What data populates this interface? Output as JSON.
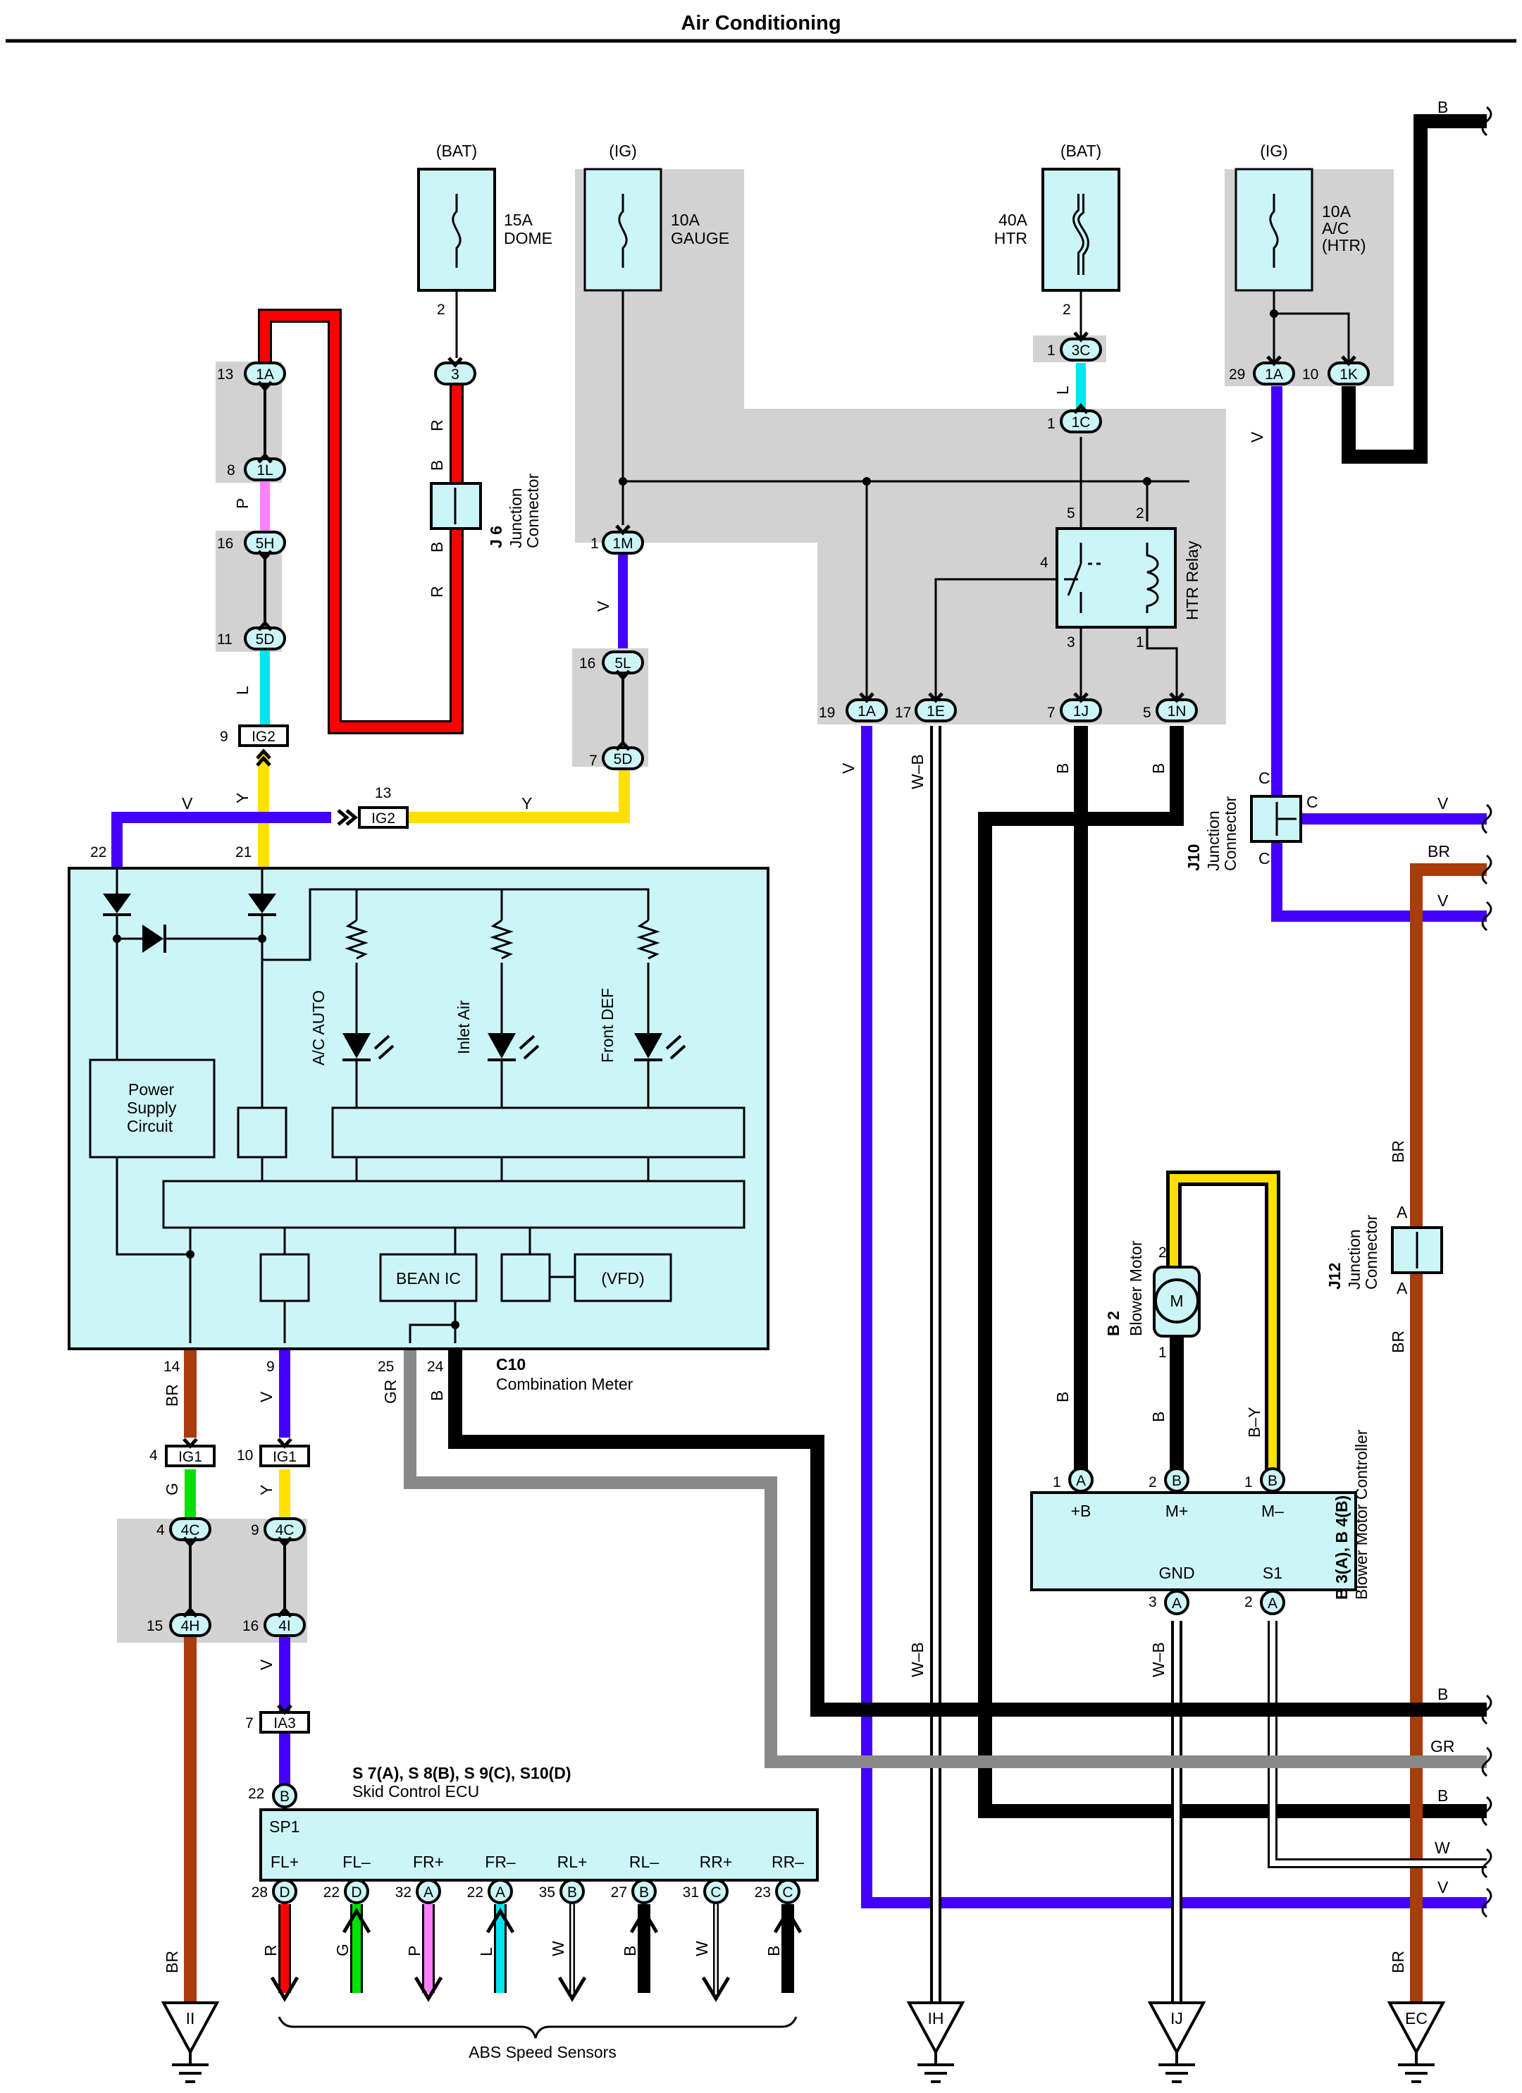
{
  "page": {
    "title": "Air Conditioning"
  },
  "fuses": [
    {
      "source": "(BAT)",
      "rating": "15A",
      "name": "DOME"
    },
    {
      "source": "(IG)",
      "rating": "10A",
      "name": "GAUGE"
    },
    {
      "source": "(BAT)",
      "rating": "40A",
      "name": "HTR"
    },
    {
      "source": "(IG)",
      "rating": "10A",
      "name_line1": "A/C",
      "name_line2": "(HTR)"
    }
  ],
  "connectors": {
    "c1A_left": "1A",
    "c1L": "1L",
    "c5H": "5H",
    "c5D_left": "5D",
    "cIG2_a": "IG2",
    "cIG2_b": "IG2",
    "c3": "3",
    "c1M": "1M",
    "c5L": "5L",
    "c5D_mid": "5D",
    "c3C": "3C",
    "c1C": "1C",
    "c1A_mid": "1A",
    "c1E": "1E",
    "c1J": "1J",
    "c1N": "1N",
    "c1A_right": "1A",
    "c1K": "1K",
    "cIG1_a": "IG1",
    "cIG1_b": "IG1",
    "c4C_a": "4C",
    "c4C_b": "4C",
    "c4H": "4H",
    "c4I": "4I",
    "cIA3": "IA3",
    "cB_ecu": "B",
    "cA_p1": "A",
    "cB_p2": "B",
    "cB_p3": "B",
    "cA_gnd": "A",
    "cA_s1": "A"
  },
  "pins": {
    "p13a": "13",
    "p8": "8",
    "p16a": "16",
    "p11": "11",
    "p9a": "9",
    "p2_dome": "2",
    "p1_1m": "1",
    "p16b": "16",
    "p7a": "7",
    "p13b": "13",
    "p2_htr": "2",
    "p1_3c": "1",
    "p1_1c": "1",
    "p19": "19",
    "p17": "17",
    "p7b": "7",
    "p5b": "5",
    "p29": "29",
    "p10a": "10",
    "relay5": "5",
    "relay2": "2",
    "relay4": "4",
    "relay3": "3",
    "relay1": "1",
    "p22": "22",
    "p21": "21",
    "p14": "14",
    "p9b": "9",
    "p25": "25",
    "p24": "24",
    "p4a": "4",
    "p10b": "10",
    "p4b": "4",
    "p9c": "9",
    "p15": "15",
    "p16c": "16",
    "p7c": "7",
    "p22b": "22",
    "m2": "2",
    "m1": "1",
    "bm1": "1",
    "bm2": "2",
    "bm1b": "1",
    "bm3": "3",
    "bm2b": "2"
  },
  "wire_colors": {
    "R1": "R",
    "B1": "B",
    "B2": "B",
    "R2": "R",
    "P": "P",
    "L1": "L",
    "V1": "V",
    "L2": "L",
    "V_top": "V",
    "Y_top": "Y",
    "Y_mid": "Y",
    "V_right": "V",
    "V_19": "V",
    "WB_17": "W–B",
    "B_1J": "B",
    "B_1N": "B",
    "B_topright": "B",
    "C_top": "C",
    "C_right": "C",
    "C_bot": "C",
    "V_j10": "V",
    "BR_j10": "BR",
    "V_j10b": "V",
    "BR_j12a": "BR",
    "A_j12a": "A",
    "A_j12b": "A",
    "BR_j12b": "BR",
    "BR_14": "BR",
    "V_9": "V",
    "GR_25": "GR",
    "B_24": "B",
    "G_4c": "G",
    "Y_4c": "Y",
    "V_4i": "V",
    "B_motor_in": "B",
    "B_motor": "B",
    "BY": "B–Y",
    "WB_lower": "W–B",
    "WB_gnd": "W–B",
    "B_bus1": "B",
    "GR_bus": "GR",
    "B_bus2": "B",
    "W_bus": "W",
    "V_bus": "V",
    "BR_ii": "BR",
    "BR_ec": "BR",
    "s_R": "R",
    "s_G": "G",
    "s_P": "P",
    "s_L": "L",
    "s_W1": "W",
    "s_B1": "B",
    "s_W2": "W",
    "s_B2": "B"
  },
  "components": {
    "j6_id": "J 6",
    "j6_l1": "Junction",
    "j6_l2": "Connector",
    "relay": "HTR Relay",
    "j10_id": "J10",
    "j10_l1": "Junction",
    "j10_l2": "Connector",
    "j12_id": "J12",
    "j12_l1": "Junction",
    "j12_l2": "Connector",
    "meter_id": "C10",
    "meter_name": "Combination Meter",
    "power1": "Power",
    "power2": "Supply",
    "power3": "Circuit",
    "bean": "BEAN IC",
    "vfd": "(VFD)",
    "led1": "A/C AUTO",
    "led2": "Inlet Air",
    "led3": "Front DEF",
    "motor_id": "B 2",
    "motor_name": "Blower Motor",
    "motor_symbol": "M",
    "ctrl_id": "B 3(A), B 4(B)",
    "ctrl_name": "Blower Motor Controller",
    "ctrl_pB": "+B",
    "ctrl_pMp": "M+",
    "ctrl_pMm": "M–",
    "ctrl_GND": "GND",
    "ctrl_S1": "S1",
    "ecu_id": "S 7(A), S 8(B), S 9(C), S10(D)",
    "ecu_name": "Skid Control ECU",
    "ecu_sp1": "SP1",
    "abs_label": "ABS Speed Sensors"
  },
  "ecu_pins": [
    {
      "label": "FL+",
      "num": "28",
      "conn": "D",
      "color": "R",
      "hex": "#ff0000",
      "dir": "down"
    },
    {
      "label": "FL–",
      "num": "22",
      "conn": "D",
      "color": "G",
      "hex": "#00e000",
      "dir": "up"
    },
    {
      "label": "FR+",
      "num": "32",
      "conn": "A",
      "color": "P",
      "hex": "#ff80ff",
      "dir": "down"
    },
    {
      "label": "FR–",
      "num": "22",
      "conn": "A",
      "color": "L",
      "hex": "#00e5f0",
      "dir": "up"
    },
    {
      "label": "RL+",
      "num": "35",
      "conn": "B",
      "color": "W",
      "hex": "#ffffff",
      "dir": "down"
    },
    {
      "label": "RL–",
      "num": "27",
      "conn": "B",
      "color": "B",
      "hex": "#000000",
      "dir": "up"
    },
    {
      "label": "RR+",
      "num": "31",
      "conn": "C",
      "color": "W",
      "hex": "#ffffff",
      "dir": "down"
    },
    {
      "label": "RR–",
      "num": "23",
      "conn": "C",
      "color": "B",
      "hex": "#000000",
      "dir": "up"
    }
  ],
  "grounds": {
    "II": "II",
    "IH": "IH",
    "IJ": "IJ",
    "EC": "EC"
  },
  "colors": {
    "R": "#ff0000",
    "B": "#000000",
    "V": "#4400ff",
    "Y": "#ffe000",
    "L": "#00e5f0",
    "P": "#ff80ff",
    "G": "#00e000",
    "GR": "#888888",
    "BR": "#a83c0a",
    "W": "#ffffff",
    "component": "#ccf5f7",
    "shade": "#d2d2d2"
  }
}
